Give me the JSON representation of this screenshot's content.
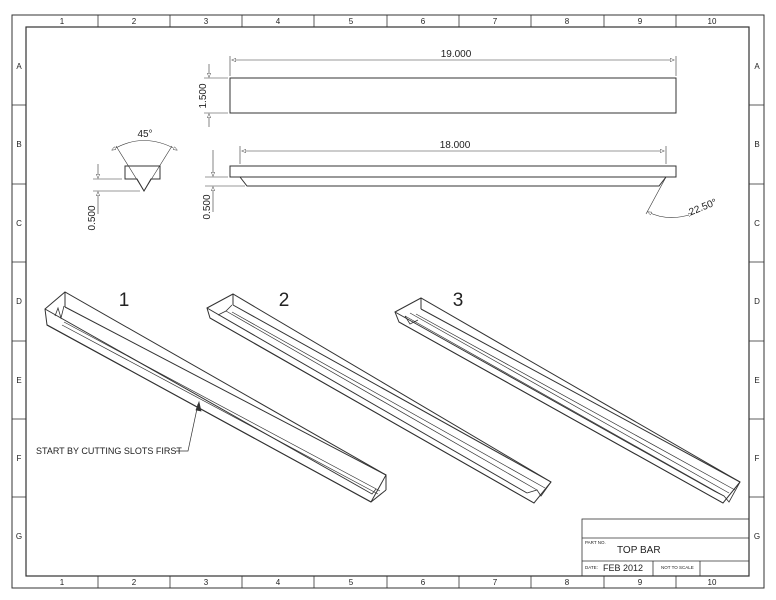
{
  "border": {
    "columns": [
      "1",
      "2",
      "3",
      "4",
      "5",
      "6",
      "7",
      "8",
      "9",
      "10"
    ],
    "rows": [
      "A",
      "B",
      "C",
      "D",
      "E",
      "F",
      "G"
    ]
  },
  "dimensions": {
    "length_top": "19.000",
    "height": "1.500",
    "length_bottom": "18.000",
    "depth": "0.500",
    "depth_end": "0.500",
    "angle_end": "45°",
    "angle_side": "22.50°"
  },
  "steps": {
    "step1": "1",
    "step2": "2",
    "step3": "3",
    "note": "START BY CUTTING SLOTS FIRST"
  },
  "title_block": {
    "part_no_label": "PART NO.",
    "part_name": "TOP BAR",
    "date_label": "DATE:",
    "date_value": "FEB 2012",
    "scale_note": "NOT TO SCALE"
  },
  "colors": {
    "line": "#333333",
    "paper": "#ffffff"
  }
}
